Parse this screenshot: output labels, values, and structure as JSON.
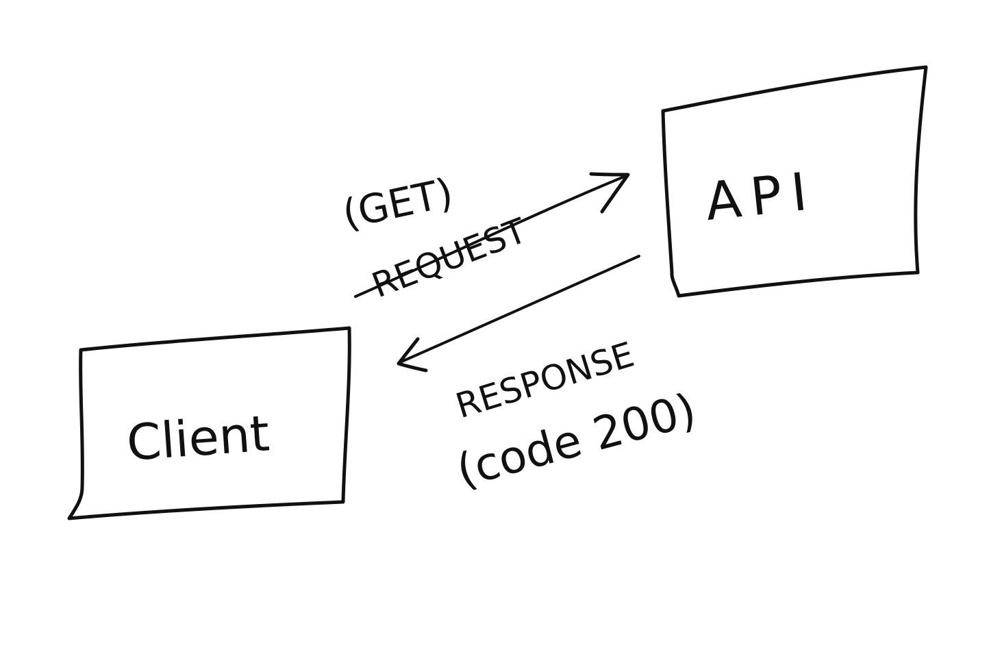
{
  "diagram": {
    "ink_color": "#111111",
    "background_color": "#ffffff",
    "nodes": {
      "client": {
        "label": "Client"
      },
      "api": {
        "label": "API"
      }
    },
    "edges": {
      "request": {
        "from": "client",
        "to": "api",
        "label_line1": "(GET)",
        "label_line2": "REQUEST"
      },
      "response": {
        "from": "api",
        "to": "client",
        "label_line1": "RESPONSE",
        "label_line2": "(code 200)"
      }
    }
  }
}
